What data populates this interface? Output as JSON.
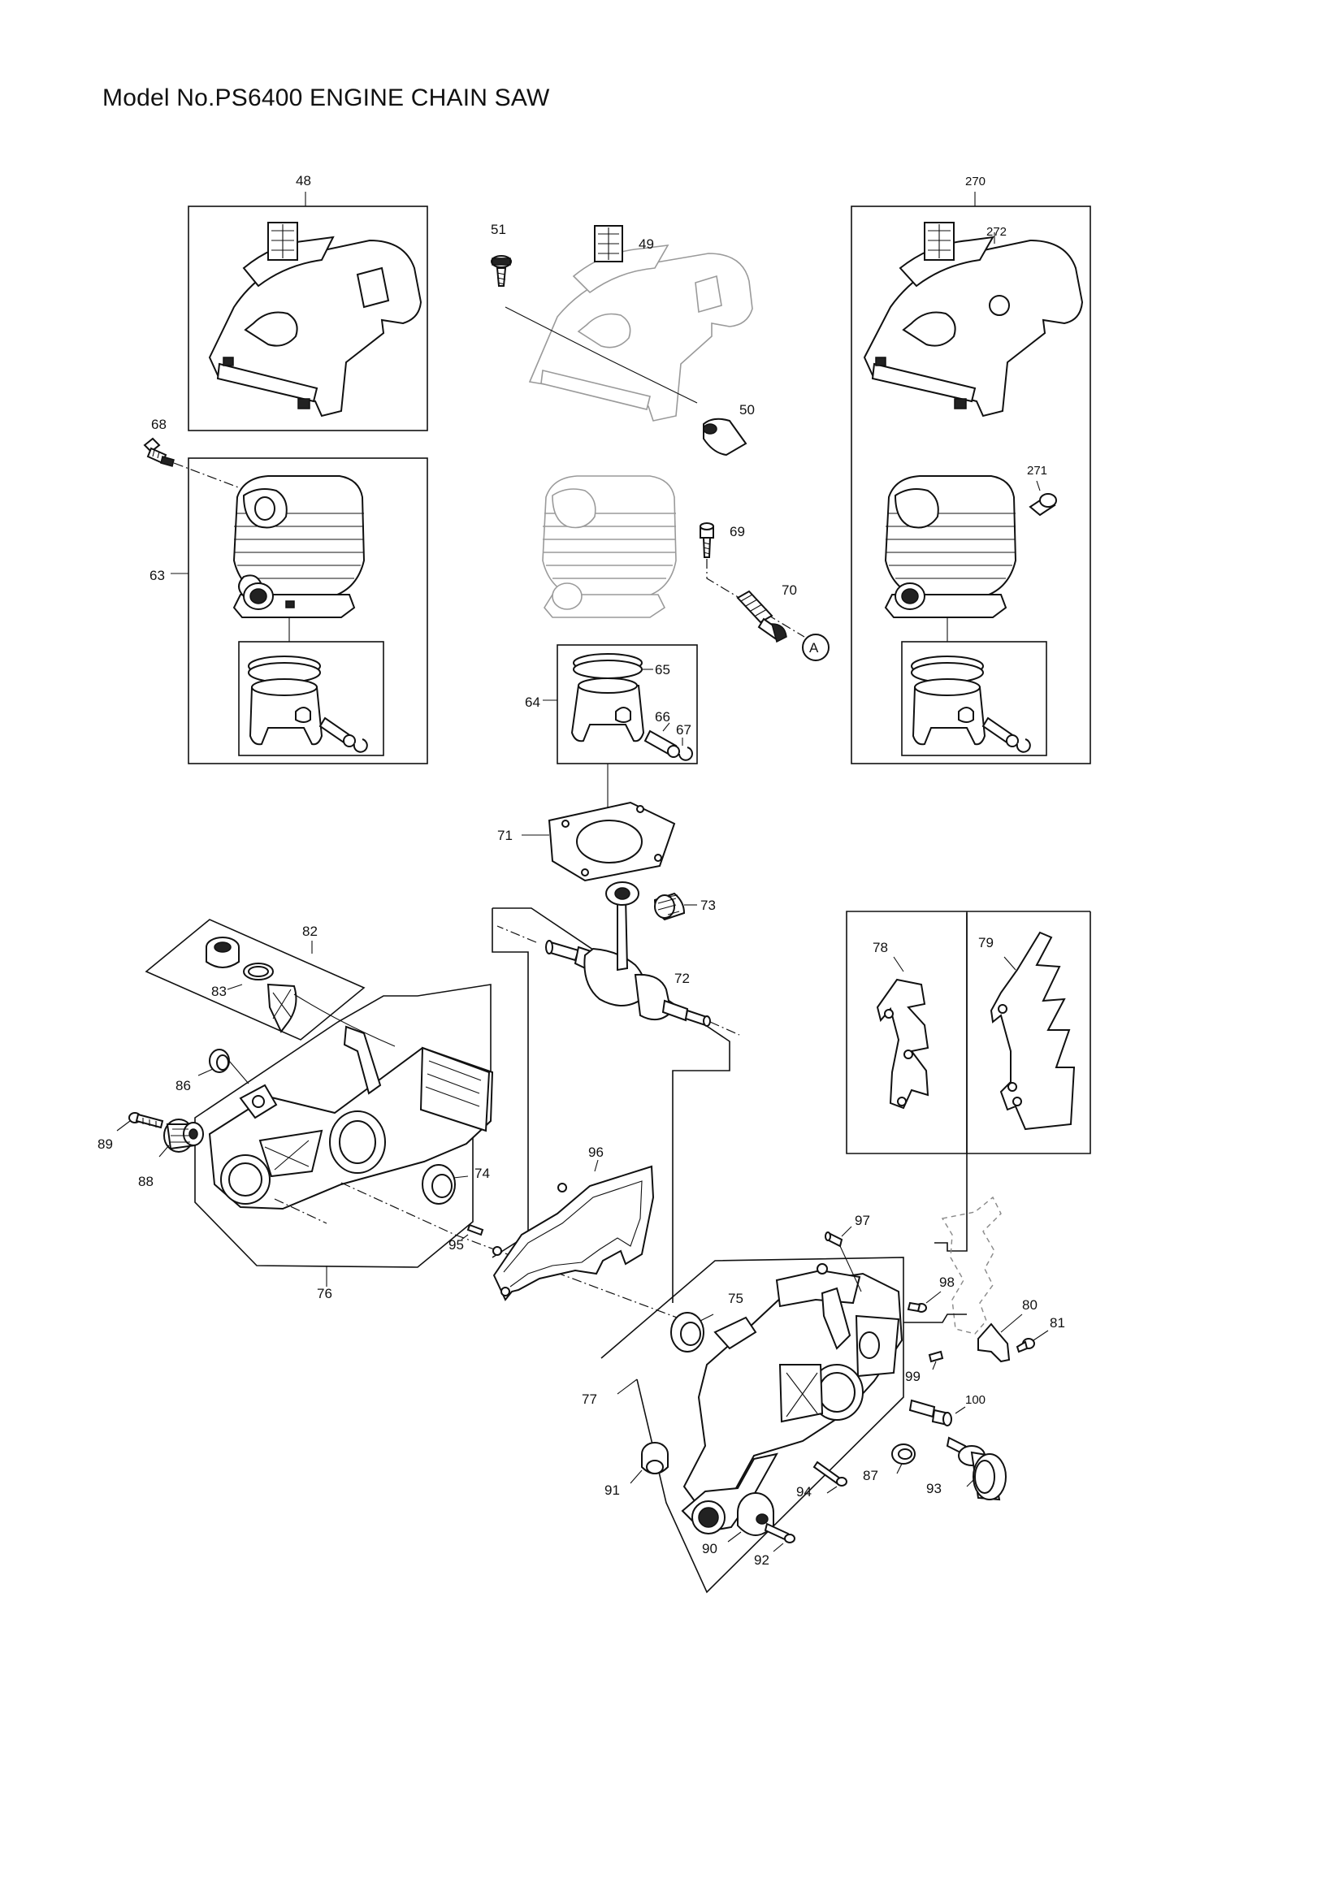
{
  "title": "Model No.PS6400 ENGINE CHAIN SAW",
  "callouts": {
    "c48": "48",
    "c49": "49",
    "c50": "50",
    "c51": "51",
    "c270": "270",
    "c271": "271",
    "c272": "272",
    "c63": "63",
    "c64": "64",
    "c65": "65",
    "c66": "66",
    "c67": "67",
    "c68": "68",
    "c69": "69",
    "c70": "70",
    "cA": "A",
    "c71": "71",
    "c72": "72",
    "c73": "73",
    "c74": "74",
    "c75": "75",
    "c76": "76",
    "c77": "77",
    "c78": "78",
    "c79": "79",
    "c80": "80",
    "c81": "81",
    "c82": "82",
    "c83": "83",
    "c86": "86",
    "c87": "87",
    "c88": "88",
    "c89": "89",
    "c90": "90",
    "c91": "91",
    "c92": "92",
    "c93": "93",
    "c94": "94",
    "c95": "95",
    "c96": "96",
    "c97": "97",
    "c98": "98",
    "c99": "99",
    "c100": "100"
  }
}
